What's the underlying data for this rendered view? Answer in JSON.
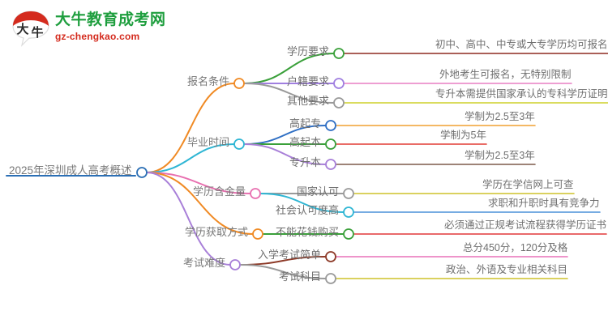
{
  "brand": {
    "logo_icon": "speech-bubble-daniu-logo",
    "name_cn": "大牛教育成考网",
    "url": "gz-chengkao.com",
    "green": "#1e9e3e",
    "red": "#d42b1e"
  },
  "mindmap": {
    "root": {
      "label": "2025年深圳成人高考概述",
      "node_color": "#2b6fb5",
      "underline_color": "#2b6fb5"
    },
    "branches": [
      {
        "label": "报名条件",
        "color": "#f08a24",
        "node_color": "#f08a24",
        "children": [
          {
            "label": "学历要求",
            "color": "#3aa03a",
            "node_color": "#3aa03a",
            "leaf": "初中、高中、中专或大专学历均可报名",
            "leaf_color": "#8d2a20"
          },
          {
            "label": "户籍要求",
            "color": "#a07fe0",
            "node_color": "#a07fe0",
            "leaf": "外地考生可报名，无特别限制",
            "leaf_color": "#e87fc4"
          },
          {
            "label": "其他要求",
            "color": "#9a9a9a",
            "node_color": "#9a9a9a",
            "leaf": "专升本需提供国家承认的专科学历证明",
            "leaf_color": "#cdd02a"
          }
        ]
      },
      {
        "label": "毕业时间",
        "color": "#2fb6d4",
        "node_color": "#2fb6d4",
        "children": [
          {
            "label": "高起专",
            "color": "#2f6fc4",
            "node_color": "#2f6fc4",
            "leaf": "学制为2.5至3年",
            "leaf_color": "#f0a030"
          },
          {
            "label": "高起本",
            "color": "#3aa03a",
            "node_color": "#3aa03a",
            "leaf": "学制为5年",
            "leaf_color": "#e23b33"
          },
          {
            "label": "专升本",
            "color": "#a87fd8",
            "node_color": "#a87fd8",
            "leaf": "学制为2.5至3年",
            "leaf_color": "#7d5a4a"
          }
        ]
      },
      {
        "label": "学历含金量",
        "color": "#e870b0",
        "node_color": "#e870b0",
        "children": [
          {
            "label": "国家认可",
            "color": "#9a9a9a",
            "node_color": "#9a9a9a",
            "leaf": "学历在学信网上可查",
            "leaf_color": "#cdc22a"
          },
          {
            "label": "社会认可度高",
            "color": "#2fb6d4",
            "node_color": "#2fb6d4",
            "leaf": "求职和升职时具有竞争力",
            "leaf_color": "#4a90d9"
          }
        ]
      },
      {
        "label": "学历获取方式",
        "color": "#f08a24",
        "node_color": "#f08a24",
        "children": [
          {
            "label": "不能花钱购买",
            "color": "#3aa03a",
            "node_color": "#3aa03a",
            "leaf": "必须通过正规考试流程获得学历证书",
            "leaf_color": "#e2383a"
          }
        ]
      },
      {
        "label": "考试难度",
        "color": "#a87fd8",
        "node_color": "#a87fd8",
        "children": [
          {
            "label": "入学考试简单",
            "color": "#8d3a28",
            "node_color": "#8d3a28",
            "leaf": "总分450分，120分及格",
            "leaf_color": "#e870b8"
          },
          {
            "label": "考试科目",
            "color": "#9a9a9a",
            "node_color": "#9a9a9a",
            "leaf": "政治、外语及专业相关科目",
            "leaf_color": "#cdc22a"
          }
        ]
      }
    ]
  }
}
